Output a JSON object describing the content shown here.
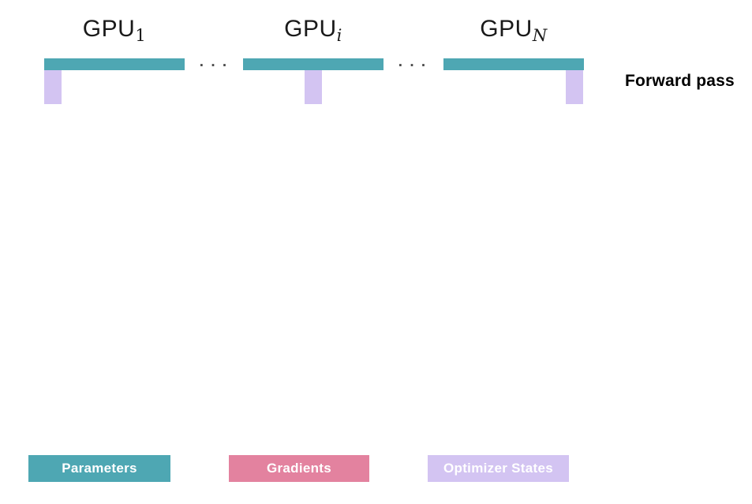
{
  "diagram": {
    "gpus": [
      {
        "name": "GPU",
        "subscript": "1",
        "shard_position": "left"
      },
      {
        "name": "GPU",
        "subscript": "i",
        "shard_position": "middle"
      },
      {
        "name": "GPU",
        "subscript": "N",
        "shard_position": "right"
      }
    ],
    "separator": ". . .",
    "annotations": {
      "forward_pass": "Forward pass"
    },
    "legend": {
      "items": [
        {
          "label": "Parameters",
          "color": "#4EA7B3"
        },
        {
          "label": "Gradients",
          "color": "#E3829F"
        },
        {
          "label": "Optimizer States",
          "color": "#D3C4F2"
        }
      ]
    }
  }
}
